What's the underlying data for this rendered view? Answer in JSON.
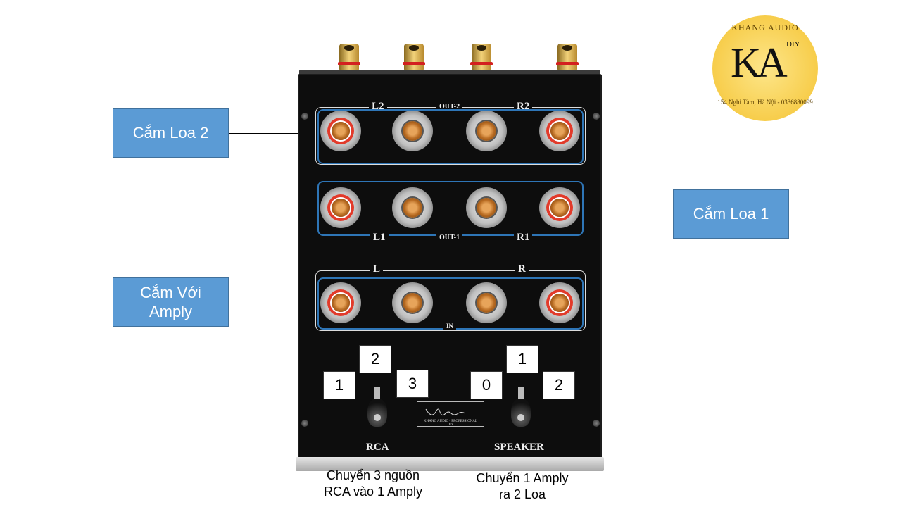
{
  "callouts": {
    "speaker2": "Cắm Loa 2",
    "speaker1": "Cắm Loa 1",
    "amp": "Cắm Với\nAmply"
  },
  "device_labels": {
    "l2": "L2",
    "out2": "OUT-2",
    "r2": "R2",
    "l1": "L1",
    "out1": "OUT-1",
    "r1": "R1",
    "l": "L",
    "r": "R",
    "in": "IN",
    "rca": "RCA",
    "speaker": "SPEAKER",
    "sig_small": "KHANG AUDIO - PROFESSIONAL DIY"
  },
  "rca_selector": {
    "positions": [
      "1",
      "2",
      "3"
    ],
    "caption": "Chuyển 3 nguồn\nRCA vào 1 Amply"
  },
  "speaker_selector": {
    "positions": [
      "0",
      "1",
      "2"
    ],
    "caption": "Chuyển 1 Amply\nra 2 Loa"
  },
  "logo": {
    "brand": "KHANG AUDIO",
    "mark": "KA",
    "diy": "DIY",
    "address": "154 Nghi Tàm, Hà Nội - 0336880099"
  },
  "colors": {
    "callout_fill": "#5b9bd5",
    "group_outline": "#2e75b6",
    "device": "#0d0d0d",
    "logo_gold": "#f7cd4b"
  }
}
